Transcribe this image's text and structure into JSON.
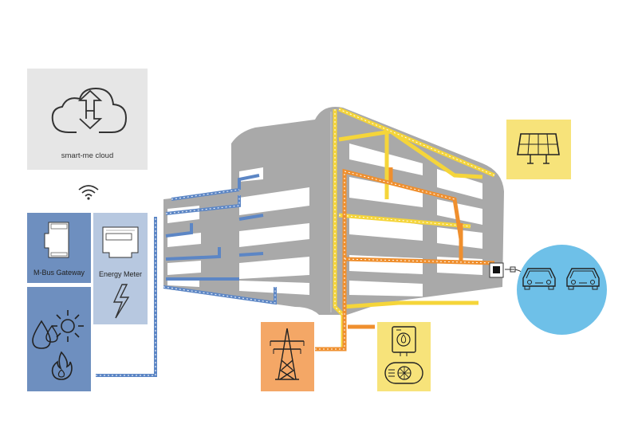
{
  "labels": {
    "cloud": "smart-me cloud",
    "gateway": "M-Bus Gateway",
    "meter": "Energy Meter"
  },
  "colors": {
    "cloud_bg": "#e6e6e6",
    "gateway_bg": "#6e8fbf",
    "meter_bg": "#b7c8e0",
    "building": "#a9a9a9",
    "blue_line": "#5c86c5",
    "yellow": "#f7e37a",
    "yellow_line": "#f5d53a",
    "orange": "#f4a766",
    "orange_line": "#ef8f2e",
    "ev_circle": "#6ec0e8"
  },
  "icons": [
    "cloud-sync-icon",
    "wifi-icon",
    "mbus-gateway-icon",
    "energy-meter-icon",
    "lightning-icon",
    "water-drop-icon",
    "sun-icon",
    "flame-icon",
    "solar-panel-icon",
    "power-pylon-icon",
    "boiler-icon",
    "heat-pump-icon",
    "charging-station-icon",
    "ev-car-icon"
  ]
}
